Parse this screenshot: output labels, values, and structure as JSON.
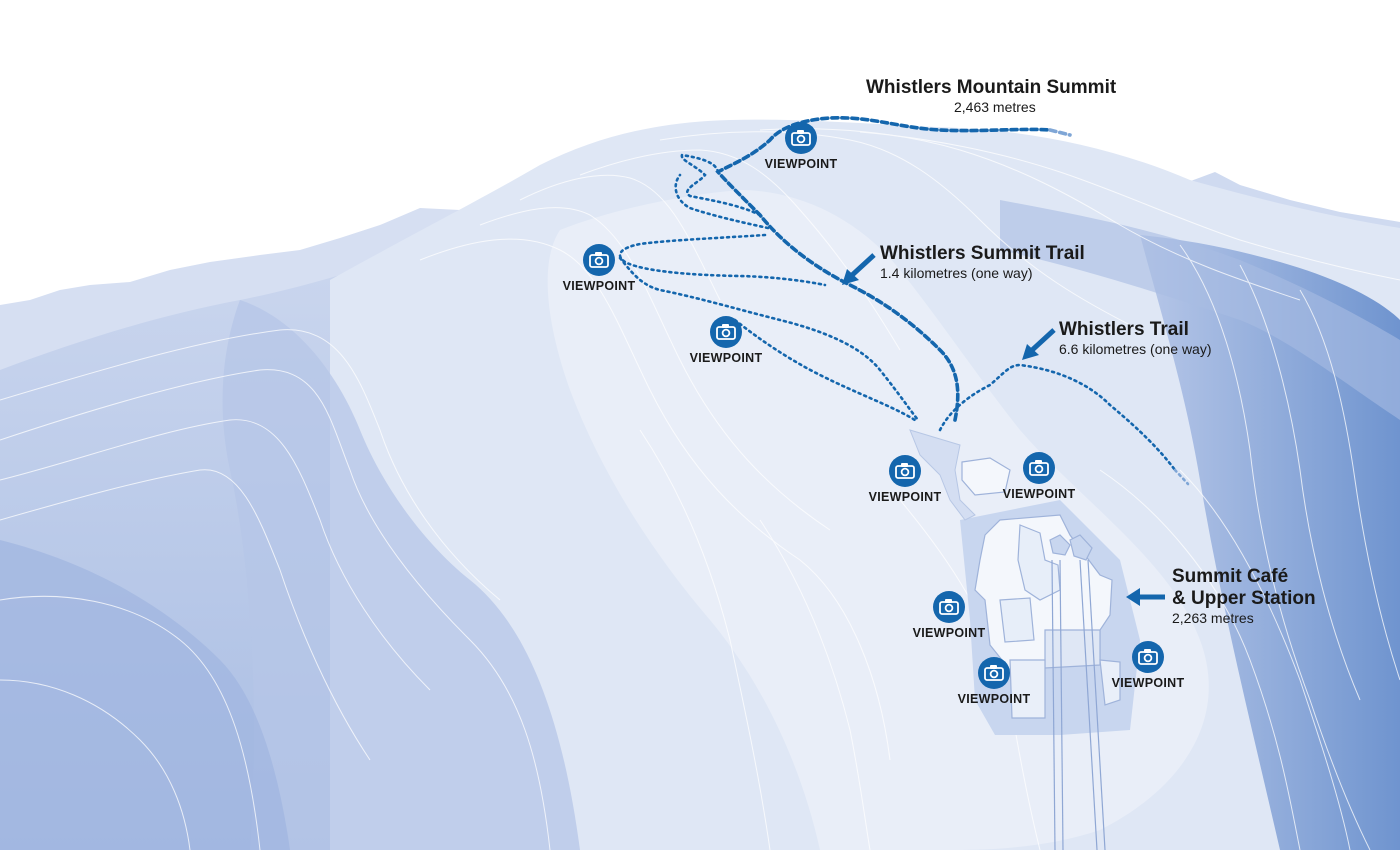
{
  "summit": {
    "title": "Whistlers Mountain Summit",
    "sub": "2,463 metres"
  },
  "summit_trail": {
    "title": "Whistlers Summit Trail",
    "sub": "1.4 kilometres (one way)"
  },
  "whistlers_trail": {
    "title": "Whistlers Trail",
    "sub": "6.6 kilometres (one way)"
  },
  "station": {
    "title_line1": "Summit Café",
    "title_line2": "& Upper Station",
    "sub": "2,263 metres"
  },
  "viewpoints": [
    {
      "label": "VIEWPOINT"
    },
    {
      "label": "VIEWPOINT"
    },
    {
      "label": "VIEWPOINT"
    },
    {
      "label": "VIEWPOINT"
    },
    {
      "label": "VIEWPOINT"
    },
    {
      "label": "VIEWPOINT"
    },
    {
      "label": "VIEWPOINT"
    },
    {
      "label": "VIEWPOINT"
    }
  ],
  "icons": {
    "viewpoint": "camera-icon",
    "pointer": "arrow-icon"
  },
  "colors": {
    "trail": "#1466ad",
    "badge": "#1466ad",
    "terrain_light": "#e6ecf7",
    "terrain_mid": "#c3d1ec",
    "terrain_dark": "#7c9fd6"
  }
}
